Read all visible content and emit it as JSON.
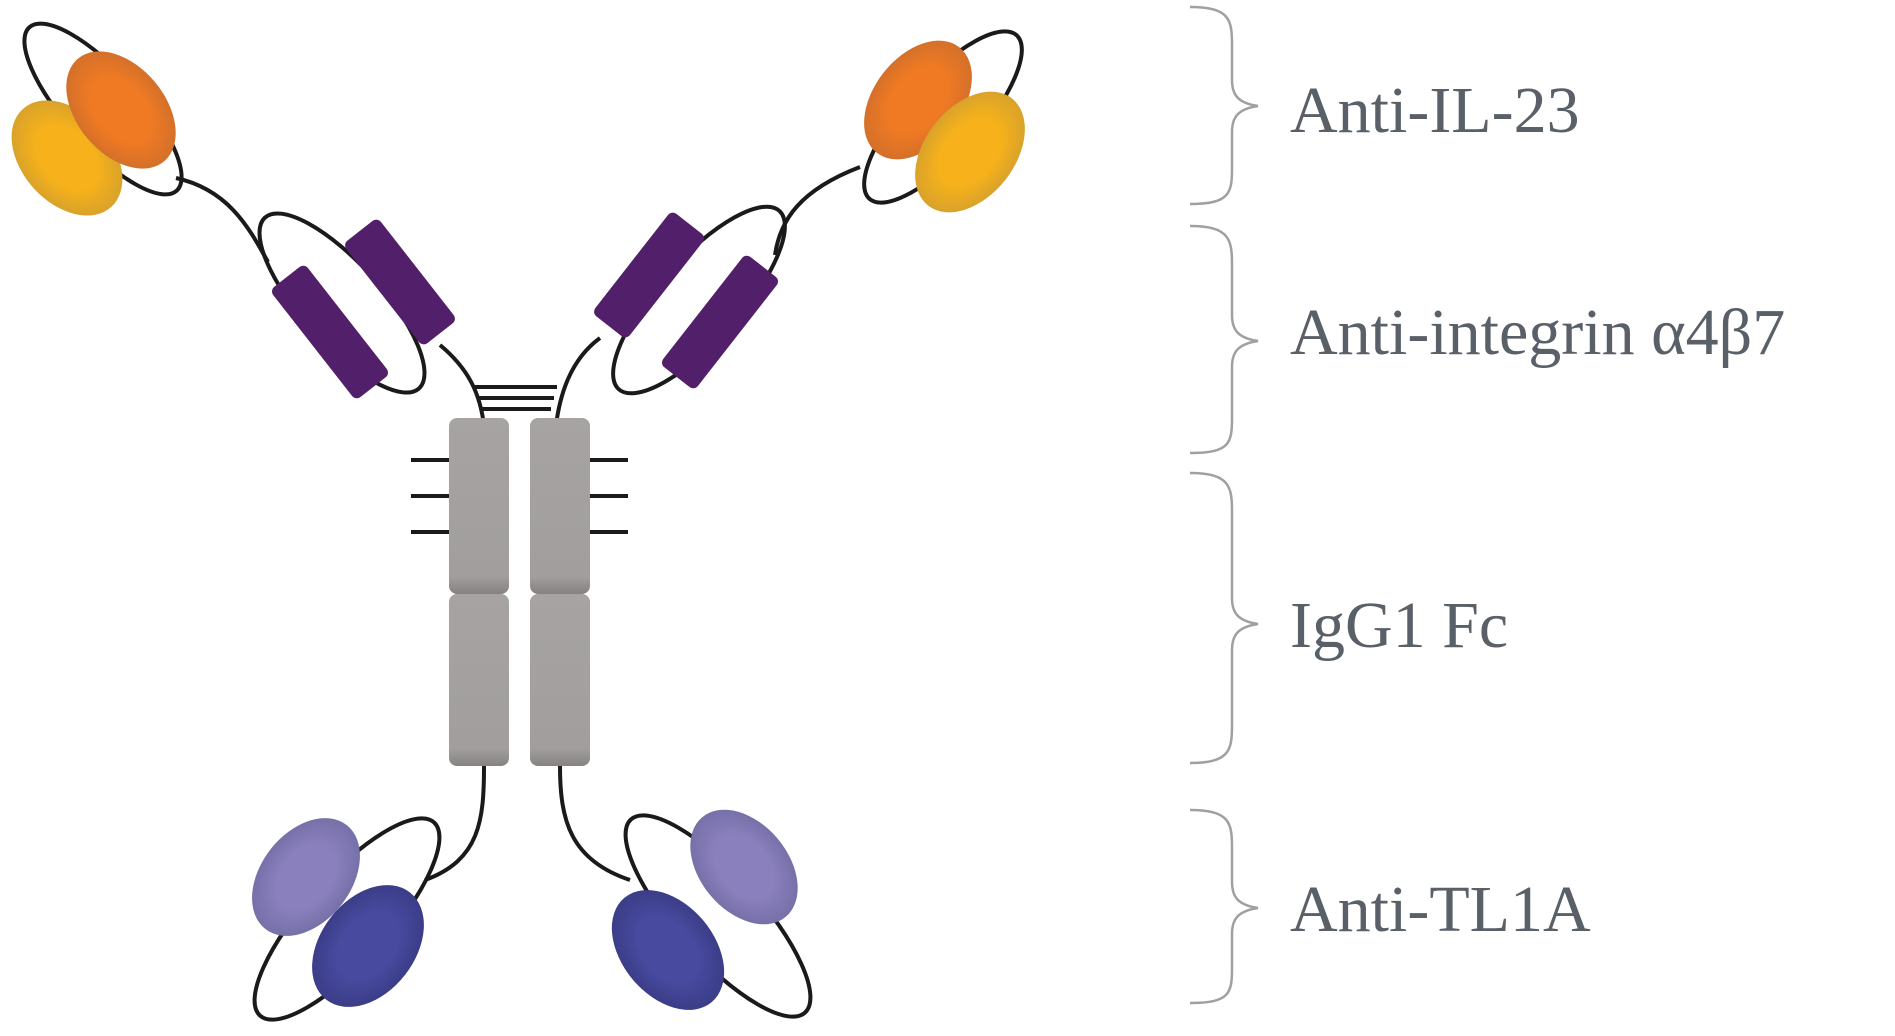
{
  "diagram": {
    "domains": [
      {
        "label": "Anti-IL-23",
        "colors": [
          "#f07a23",
          "#f7b21b"
        ]
      },
      {
        "label": "Anti-integrin α4β7",
        "colors": [
          "#52206a"
        ]
      },
      {
        "label": "IgG1 Fc",
        "colors": [
          "#a19e9d"
        ]
      },
      {
        "label": "Anti-TL1A",
        "colors": [
          "#8a80bd",
          "#474a9e"
        ]
      }
    ],
    "colors": {
      "outline": "#1a1a1a",
      "bracket": "#a0a0a0",
      "label_text": "#5a6068"
    }
  }
}
